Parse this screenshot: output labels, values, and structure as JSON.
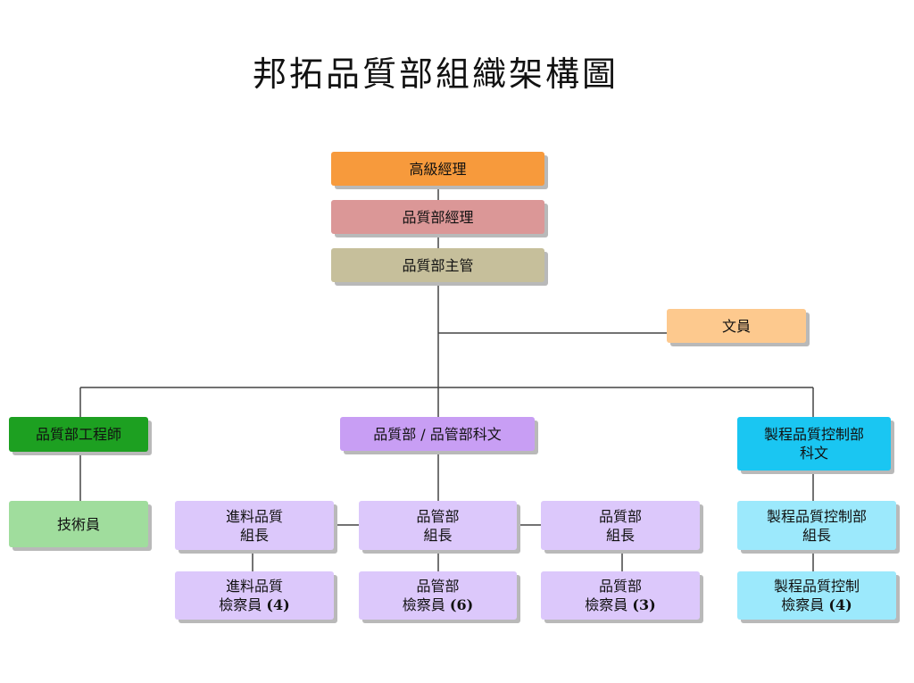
{
  "title": "邦拓品質部組織架構圖",
  "colors": {
    "orange": "#f79a3c",
    "rose": "#db9797",
    "khaki": "#c6bf9b",
    "peach": "#fdc98e",
    "green": "#1da021",
    "light_green": "#a0dd9d",
    "purple": "#c89ef4",
    "lavender": "#dcc8fb",
    "cyan": "#1ac6f2",
    "light_cyan": "#9ce9fc",
    "line": "#444444"
  },
  "nodes": {
    "senior_manager": "高級經理",
    "qa_manager": "品質部經理",
    "qa_supervisor": "品質部主管",
    "clerk": "文員",
    "qa_engineer": "品質部工程師",
    "technician": "技術員",
    "qa_qc_officer": "品質部 / 品管部科文",
    "process_qc_officer_line1": "製程品質控制部",
    "process_qc_officer_line2": "科文",
    "incoming_lead_line1": "進料品質",
    "incoming_lead_line2": "組長",
    "qc_lead_line1": "品管部",
    "qc_lead_line2": "組長",
    "qa_lead_line1": "品質部",
    "qa_lead_line2": "組長",
    "process_lead_line1": "製程品質控制部",
    "process_lead_line2": "組長",
    "incoming_inspector_line1": "進料品質",
    "incoming_inspector_line2": "檢察員",
    "incoming_inspector_count": "(4)",
    "qc_inspector_line1": "品管部",
    "qc_inspector_line2": "檢察員",
    "qc_inspector_count": "(6)",
    "qa_inspector_line1": "品質部",
    "qa_inspector_line2": "檢察員",
    "qa_inspector_count": "(3)",
    "process_inspector_line1": "製程品質控制",
    "process_inspector_line2": "檢察員",
    "process_inspector_count": "(4)"
  }
}
